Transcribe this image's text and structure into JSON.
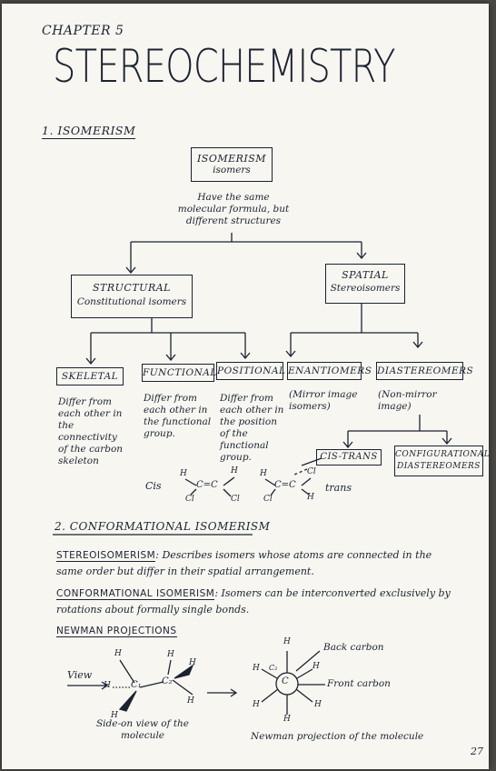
{
  "chapter_label": "CHAPTER 5",
  "title": "STEREOCHEMISTRY",
  "section1": {
    "heading": "1. ISOMERISM"
  },
  "root": {
    "title": "ISOMERISM",
    "subtitle": "isomers",
    "description": "Have the same molecular formula, but different structures"
  },
  "structural": {
    "title": "STRUCTURAL",
    "subtitle": "Constitutional isomers"
  },
  "spatial": {
    "title": "SPATIAL",
    "subtitle": "Stereoisomers"
  },
  "skeletal": {
    "label": "SKELETAL",
    "description": "Differ from each other in the connectivity of the carbon skeleton"
  },
  "functional": {
    "label": "FUNCTIONAL",
    "description": "Differ from each other in the functional group."
  },
  "positional": {
    "label": "POSITIONAL",
    "description": "Differ from each other in the position of the functional group."
  },
  "enantiomers": {
    "label": "ENANTIOMERS",
    "description": "(Mirror image isomers)"
  },
  "diastereomers": {
    "label": "DIASTEREOMERS",
    "description": "(Non-mirror image)"
  },
  "cis_trans": {
    "label": "CIS-TRANS"
  },
  "configurational": {
    "label": "CONFIGURATIONAL DIASTEREOMERS"
  },
  "cis_molecule": {
    "label": "Cis",
    "left_top": "H",
    "right_top": "H",
    "left_bottom": "Cl",
    "right_bottom": "Cl",
    "bond": "C=C"
  },
  "trans_molecule": {
    "label": "trans",
    "left_top": "H",
    "right_top": "Cl",
    "left_bottom": "Cl",
    "right_bottom": "H",
    "bond": "C=C"
  },
  "section2": {
    "heading": "2. CONFORMATIONAL ISOMERISM"
  },
  "stereoisomerism": {
    "term": "STEREOISOMERISM",
    "definition": ": Describes isomers whose atoms are connected in the same order but differ in their spatial arrangement."
  },
  "conformational": {
    "term": "CONFORMATIONAL ISOMERISM",
    "definition": ": Isomers can be interconverted exclusively by rotations about formally single bonds."
  },
  "newman": {
    "heading": "NEWMAN PROJECTIONS"
  },
  "side_view": {
    "view_label": "View",
    "c1": "C₁",
    "c2": "C₂",
    "h": "H",
    "caption": "Side-on view of the molecule"
  },
  "projection": {
    "back_label": "Back carbon",
    "front_label": "Front carbon",
    "c_front": "C",
    "c_back": "C₂",
    "h": "H",
    "caption": "Newman projection of the molecule"
  },
  "page_number": "27"
}
